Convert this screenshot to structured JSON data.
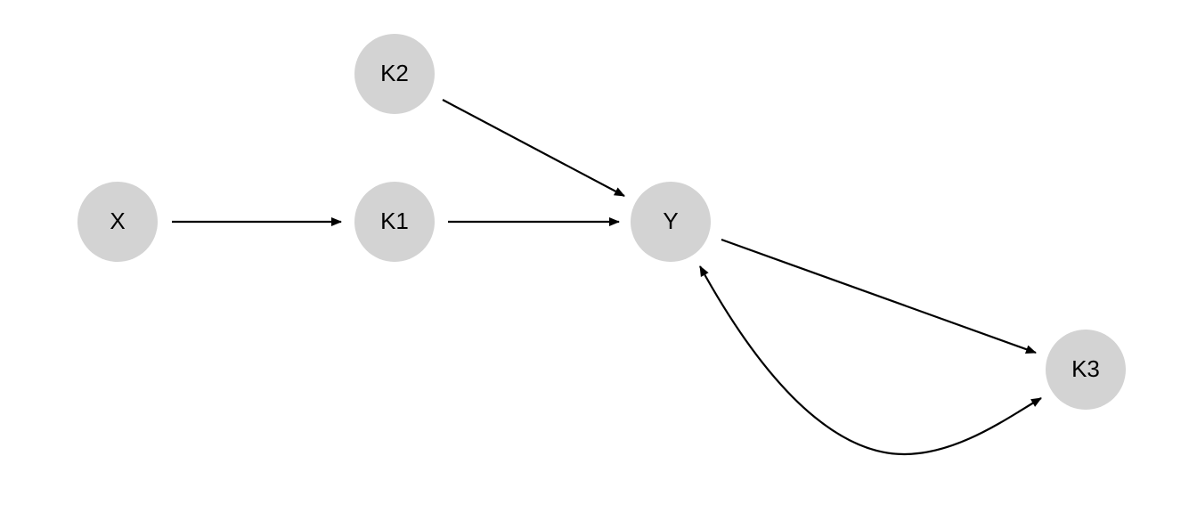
{
  "diagram": {
    "node_color": "#d3d3d3",
    "edge_color": "#000000",
    "nodes": [
      {
        "id": "X",
        "label": "X"
      },
      {
        "id": "K1",
        "label": "K1"
      },
      {
        "id": "K2",
        "label": "K2"
      },
      {
        "id": "Y",
        "label": "Y"
      },
      {
        "id": "K3",
        "label": "K3"
      }
    ],
    "edges": [
      {
        "from": "X",
        "to": "K1",
        "type": "directed"
      },
      {
        "from": "K1",
        "to": "Y",
        "type": "directed"
      },
      {
        "from": "K2",
        "to": "Y",
        "type": "directed"
      },
      {
        "from": "Y",
        "to": "K3",
        "type": "directed"
      },
      {
        "from": "Y",
        "to": "K3",
        "type": "bidirected"
      }
    ]
  }
}
